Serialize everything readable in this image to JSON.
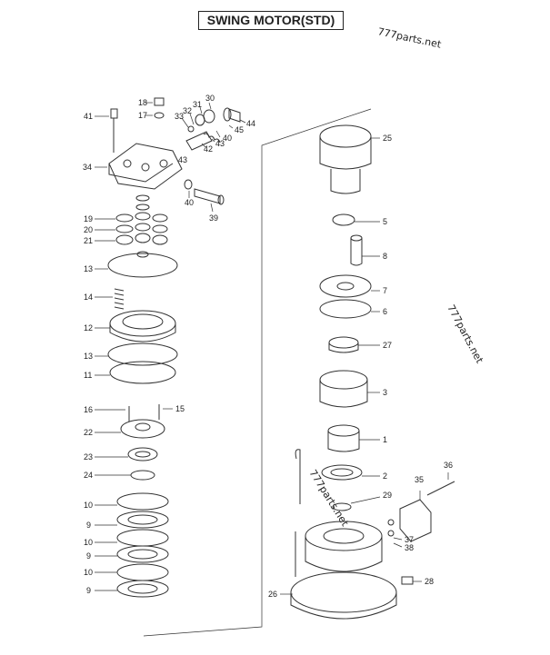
{
  "title": "SWING MOTOR(STD)",
  "watermarks": [
    "777parts.net",
    "777parts.net",
    "777parts.net"
  ],
  "colors": {
    "ink": "#222222",
    "background": "#ffffff"
  },
  "labels": {
    "l41": "41",
    "l18": "18",
    "l17": "17",
    "l32": "32",
    "l31": "31",
    "l30": "30",
    "l33": "33",
    "l44": "44",
    "l45": "45",
    "l40a": "40",
    "l43a": "43",
    "l42": "42",
    "l43b": "43",
    "l34": "34",
    "l40b": "40",
    "l39": "39",
    "l19": "19",
    "l20": "20",
    "l21": "21",
    "l13a": "13",
    "l14": "14",
    "l12": "12",
    "l13b": "13",
    "l11": "11",
    "l16": "16",
    "l15": "15",
    "l22": "22",
    "l23": "23",
    "l24": "24",
    "l10a": "10",
    "l9a": "9",
    "l10b": "10",
    "l9b": "9",
    "l10c": "10",
    "l9c": "9",
    "l25": "25",
    "l5": "5",
    "l8": "8",
    "l7": "7",
    "l6": "6",
    "l27": "27",
    "l3": "3",
    "l1": "1",
    "l2": "2",
    "l29": "29",
    "l35": "35",
    "l36": "36",
    "l37": "37",
    "l38": "38",
    "l28": "28",
    "l26": "26"
  }
}
